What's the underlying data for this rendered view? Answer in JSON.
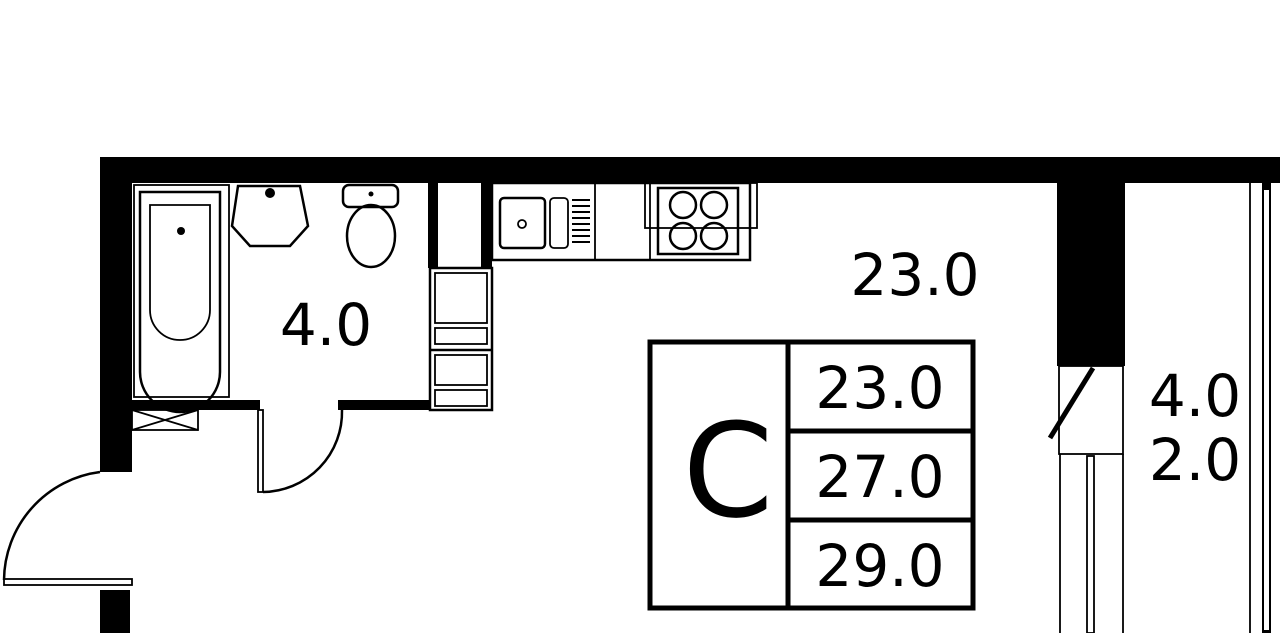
{
  "plan": {
    "rooms": {
      "living_area": "23.0",
      "bathroom_area": "4.0",
      "balcony_area": "4.0",
      "balcony_reduced_area": "2.0"
    },
    "summary": {
      "type_letter": "C",
      "living_area": "23.0",
      "total_area": "27.0",
      "total_with_balcony": "29.0"
    },
    "colors": {
      "wall": "#000000",
      "background": "#ffffff"
    }
  }
}
